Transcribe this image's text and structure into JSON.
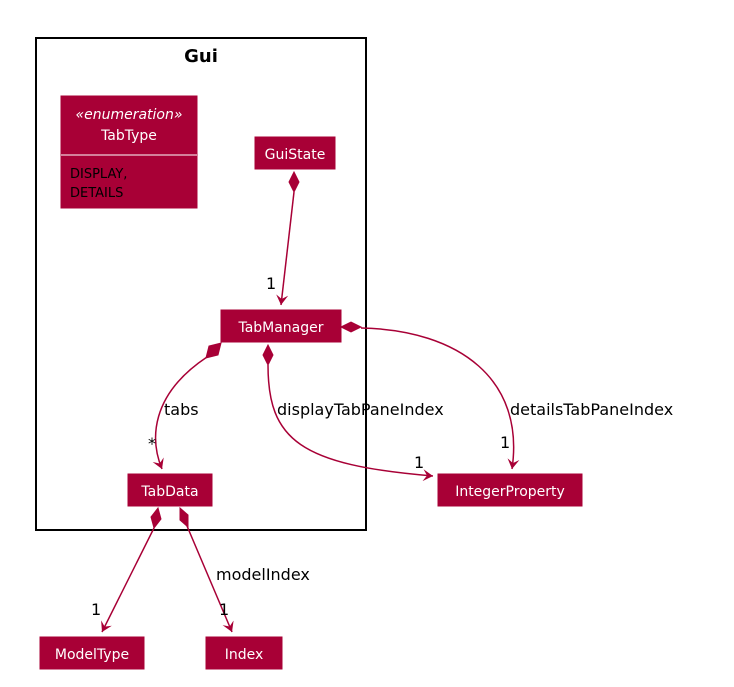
{
  "package": {
    "title": "Gui"
  },
  "classes": {
    "tabtype": {
      "stereotype": "«enumeration»",
      "name": "TabType",
      "values": [
        "DISPLAY,",
        "DETAILS"
      ]
    },
    "guistate": {
      "name": "GuiState"
    },
    "tabmanager": {
      "name": "TabManager"
    },
    "tabdata": {
      "name": "TabData"
    },
    "integerproperty": {
      "name": "IntegerProperty"
    },
    "modeltype": {
      "name": "ModelType"
    },
    "index": {
      "name": "Index"
    }
  },
  "relations": {
    "guistate_tabmanager": {
      "target_mult": "1"
    },
    "tabmanager_tabdata": {
      "label": "tabs",
      "target_mult": "*"
    },
    "tabmanager_display": {
      "label": "displayTabPaneIndex",
      "target_mult": "1"
    },
    "tabmanager_details": {
      "label": "detailsTabPaneIndex",
      "target_mult": "1"
    },
    "tabdata_modeltype": {
      "target_mult": "1"
    },
    "tabdata_index": {
      "label": "modelIndex",
      "target_mult": "1"
    }
  },
  "colors": {
    "box_fill": "#A80036",
    "box_text": "#FFFFFF",
    "edge": "#A80036"
  }
}
